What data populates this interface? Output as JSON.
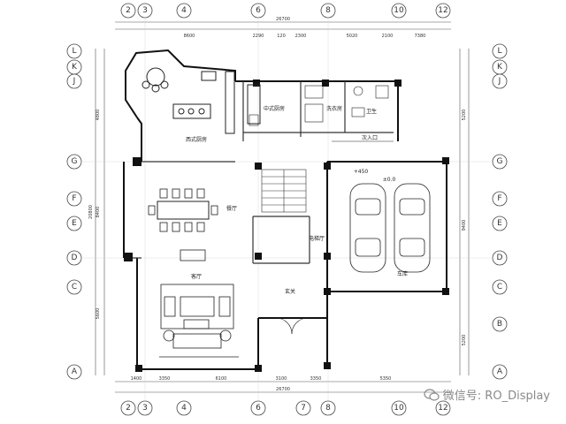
{
  "grid": {
    "columns_top": [
      "2",
      "3",
      "4",
      "6",
      "8",
      "10",
      "12"
    ],
    "columns_bottom": [
      "2",
      "3",
      "4",
      "6",
      "7",
      "8",
      "10",
      "12"
    ],
    "rows_left": [
      "L",
      "K",
      "J",
      "G",
      "F",
      "E",
      "D",
      "C",
      "A"
    ],
    "rows_right": [
      "L",
      "K",
      "J",
      "G",
      "F",
      "E",
      "D",
      "C",
      "B",
      "A"
    ]
  },
  "dimensions": {
    "top_total": "26700",
    "top_segments": [
      "8600",
      "2290",
      "120",
      "2300",
      "5020",
      "2100",
      "7380"
    ],
    "bottom_total": "26700",
    "bottom_segments": [
      "1400",
      "3350",
      "6100",
      "3100",
      "3350",
      "5350"
    ],
    "left_segments": [
      "4800",
      "8400",
      "5600"
    ],
    "left_total": "20800",
    "right_segments": [
      "5200",
      "9400",
      "5200"
    ]
  },
  "rooms": {
    "western_kitchen": "西式厨房",
    "chinese_kitchen": "中式厨房",
    "laundry": "洗衣房",
    "bath": "卫生",
    "service_entrance": "次入口",
    "dining": "餐厅",
    "elevator_hall": "电梯厅",
    "living": "客厅",
    "foyer": "玄关",
    "garage": "车库",
    "level_450": "+450",
    "level_000": "±0.0"
  },
  "watermark": {
    "text": "微信号: RO_Display",
    "icon": "wechat-icon"
  }
}
